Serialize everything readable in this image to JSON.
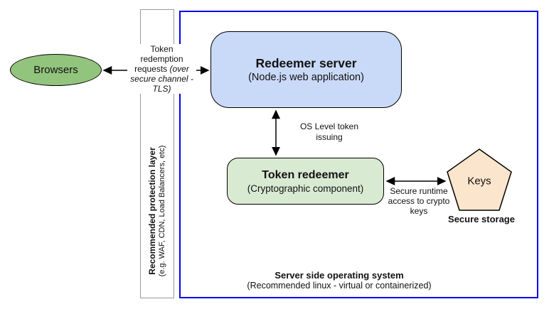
{
  "diagram": {
    "browsers": {
      "label": "Browsers"
    },
    "protection_layer": {
      "title": "Recommended protection layer",
      "subtitle": "(e.g. WAF, CDN, Load Balancers, etc)"
    },
    "os_box": {
      "title": "Server side operating system",
      "subtitle": "(Recommended linux - virtual or containerized)"
    },
    "redeemer_server": {
      "title": "Redeemer server",
      "subtitle": "(Node.js web application)"
    },
    "token_redeemer": {
      "title": "Token redeemer",
      "subtitle": "(Cryptographic component)"
    },
    "keys": {
      "label": "Keys",
      "caption": "Secure storage"
    },
    "arrow_labels": {
      "browser_arrow": {
        "line1": "Token",
        "line2": "redemption",
        "line3_regular": "requests ",
        "line3_italic": "(over",
        "line4_italic": "secure channel -",
        "line5_italic": "TLS)"
      },
      "os_arrow": {
        "line1": "OS Level token",
        "line2": "issuing"
      },
      "keys_arrow": {
        "line1": "Secure runtime",
        "line2": "access to crypto",
        "line3": "keys"
      }
    },
    "colors": {
      "browsers_fill": "#93c47d",
      "redeemer_fill": "#c9daf8",
      "token_redeemer_fill": "#d9ead3",
      "keys_fill": "#fce5cd",
      "os_border": "#0000ee",
      "protection_border": "#999999",
      "line_color": "#000000"
    }
  }
}
